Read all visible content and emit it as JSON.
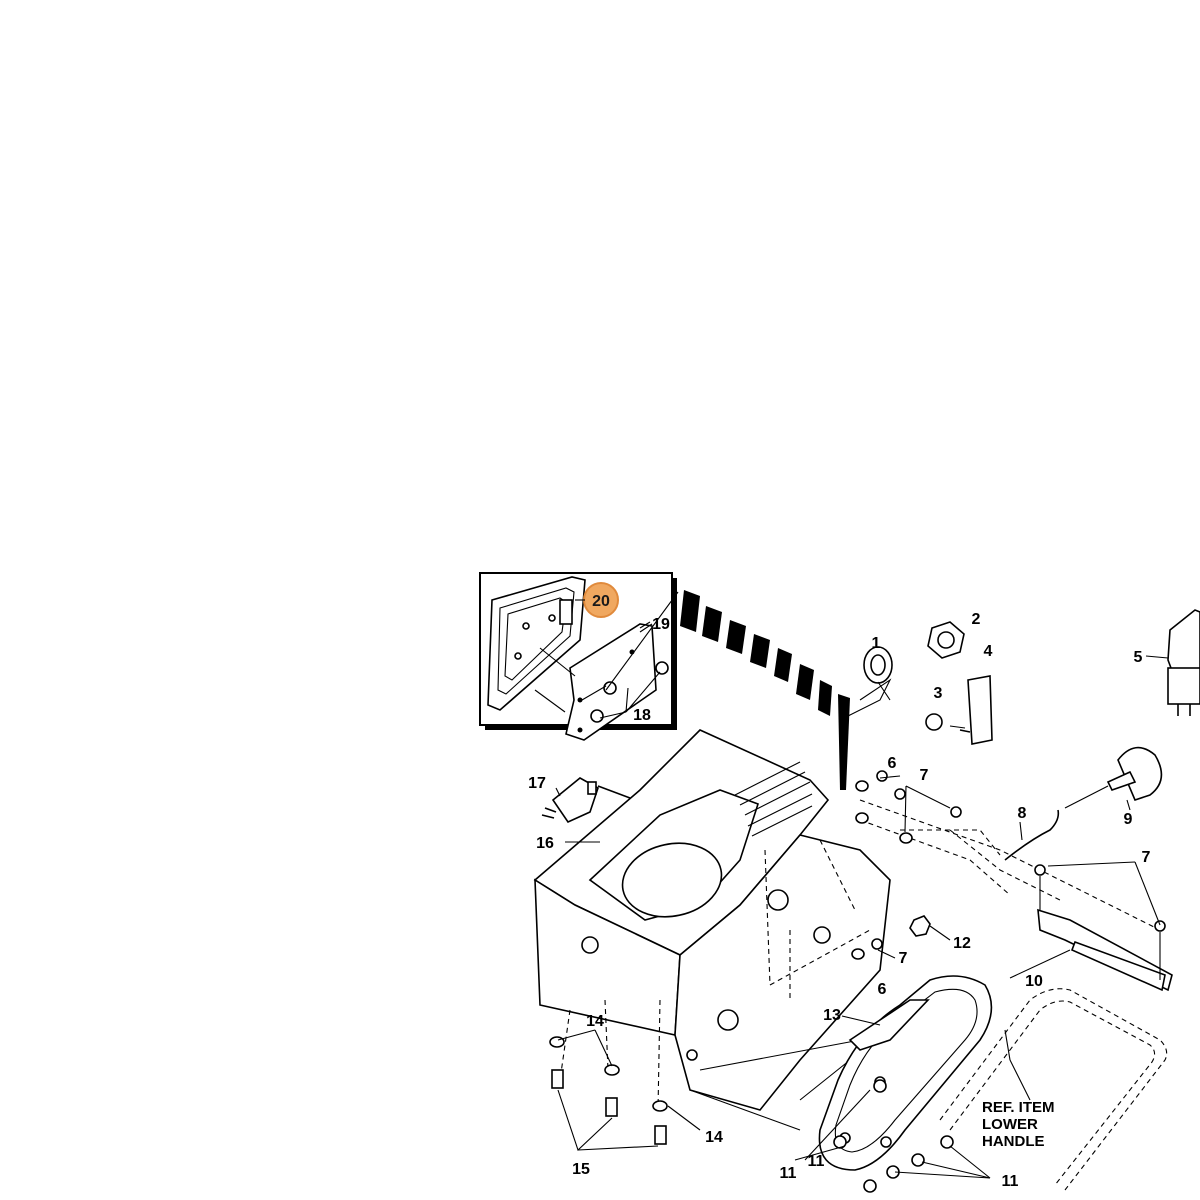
{
  "diagram": {
    "callouts": {
      "c1": "1",
      "c2": "2",
      "c3": "3",
      "c4": "4",
      "c5": "5",
      "c6a": "6",
      "c6b": "6",
      "c7a": "7",
      "c7b": "7",
      "c7c": "7",
      "c8": "8",
      "c9": "9",
      "c10": "10",
      "c11a": "11",
      "c11b": "11",
      "c11c": "11",
      "c12": "12",
      "c13": "13",
      "c14a": "14",
      "c14b": "14",
      "c15": "15",
      "c16": "16",
      "c17": "17",
      "c18": "18",
      "c19": "19",
      "c20": "20"
    },
    "highlight_color": "#f0a860",
    "ref_note": [
      "REF. ITEM",
      "LOWER",
      "HANDLE"
    ]
  }
}
